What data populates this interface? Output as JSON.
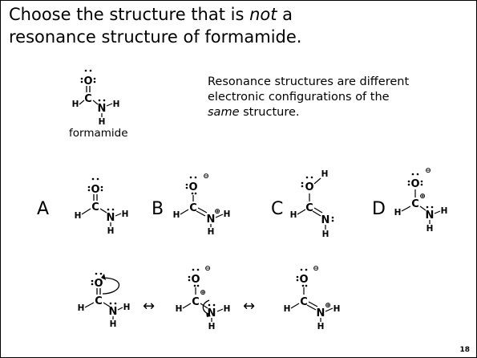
{
  "title": {
    "line1_before": "Choose the structure that is ",
    "line1_emphasis": "not",
    "line1_after": " a",
    "line2": "resonance structure of formamide."
  },
  "formamide_label": "formamide",
  "note": {
    "line1": "Resonance structures are different",
    "line2": "electronic configurations of the",
    "emphasis": "same",
    "line3_after": " structure."
  },
  "choices": [
    "A",
    "B",
    "C",
    "D"
  ],
  "atoms": {
    "oxygen": "O",
    "carbon": "C",
    "nitrogen": "N",
    "hydrogen": "H"
  },
  "charges": {
    "minus": "⊖",
    "plus": "⊕"
  },
  "resonance_arrow": "↔",
  "page_number": "18"
}
